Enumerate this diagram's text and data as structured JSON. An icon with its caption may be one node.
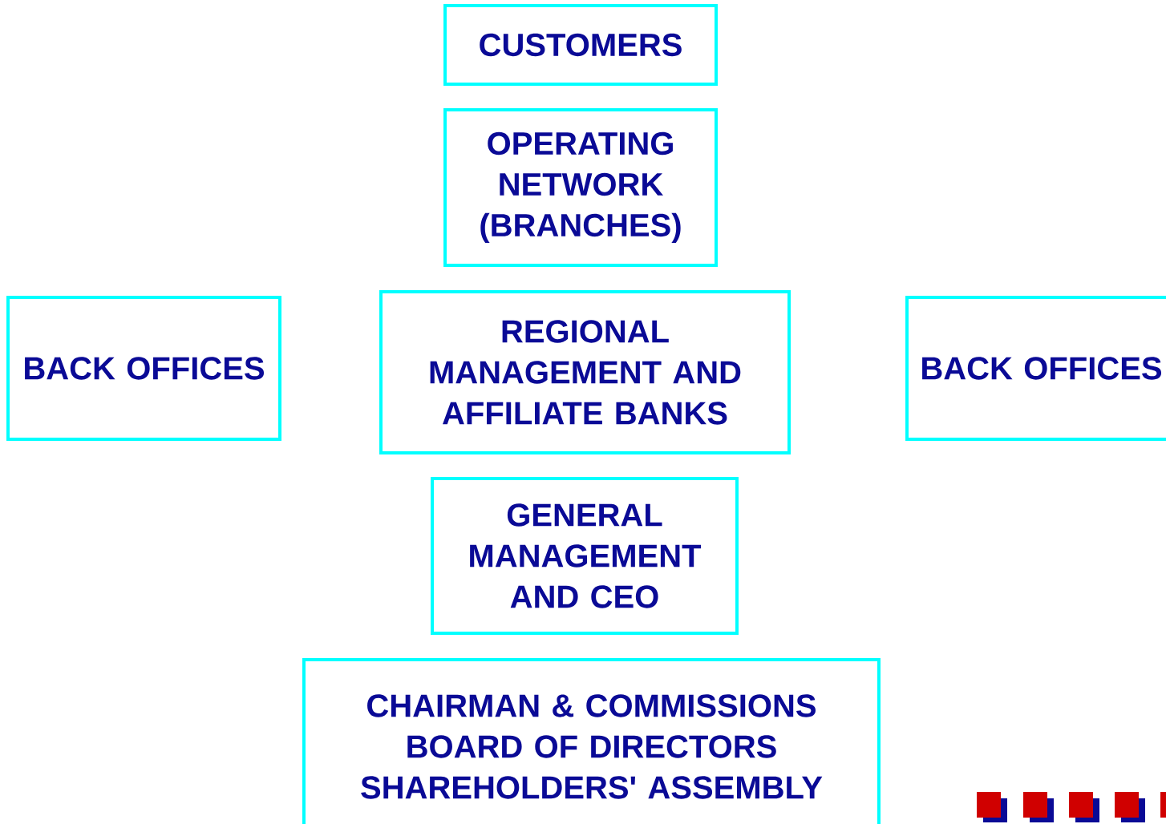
{
  "diagram": {
    "nodes": [
      {
        "text": [
          "CUSTOMERS"
        ]
      },
      {
        "text": [
          "OPERATING NETWORK (BRANCHES)"
        ]
      },
      {
        "text": [
          "BACK OFFICES"
        ]
      },
      {
        "text": [
          "REGIONAL MANAGEMENT AND AFFILIATE BANKS"
        ]
      },
      {
        "text": [
          "BACK OFFICES"
        ]
      },
      {
        "text": [
          "GENERAL MANAGEMENT AND CEO"
        ]
      },
      {
        "text": [
          "CHAIRMAN & COMMISSIONS",
          "BOARD OF DIRECTORS",
          "SHAREHOLDERS' ASSEMBLY"
        ]
      }
    ]
  }
}
